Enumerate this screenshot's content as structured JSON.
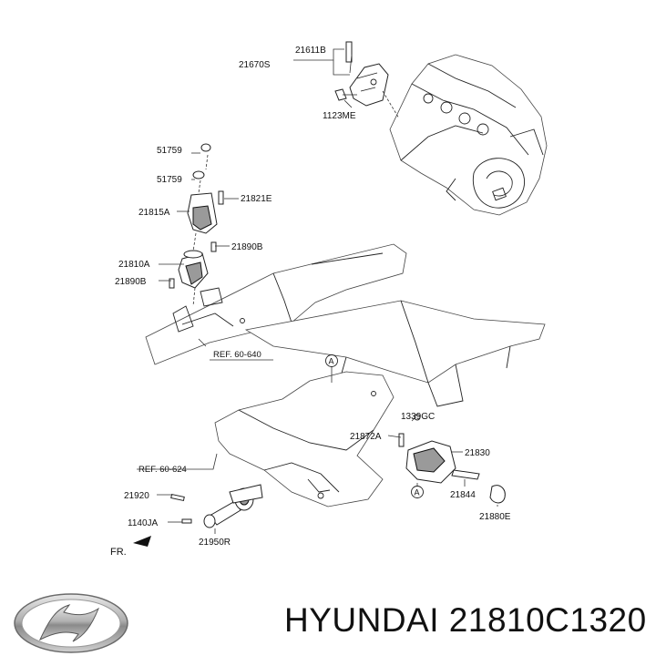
{
  "brand": {
    "caption": "HYUNDAI 21810C1320"
  },
  "callouts": {
    "p21611B": "21611B",
    "p21670S": "21670S",
    "p1123ME": "1123ME",
    "p51759a": "51759",
    "p51759b": "51759",
    "p21821E": "21821E",
    "p21815A": "21815A",
    "p21890Ba": "21890B",
    "p21810A": "21810A",
    "p21890Bb": "21890B",
    "p1339GC": "1339GC",
    "p21872A": "21872A",
    "p21830": "21830",
    "p21844": "21844",
    "p21880E": "21880E",
    "p21920": "21920",
    "p1140JA": "1140JA",
    "p21950R": "21950R"
  },
  "references": {
    "ref1": "REF. 60-640",
    "ref2": "REF. 60-624",
    "marker_top": "A",
    "marker_bottom": "A",
    "front": "FR."
  }
}
